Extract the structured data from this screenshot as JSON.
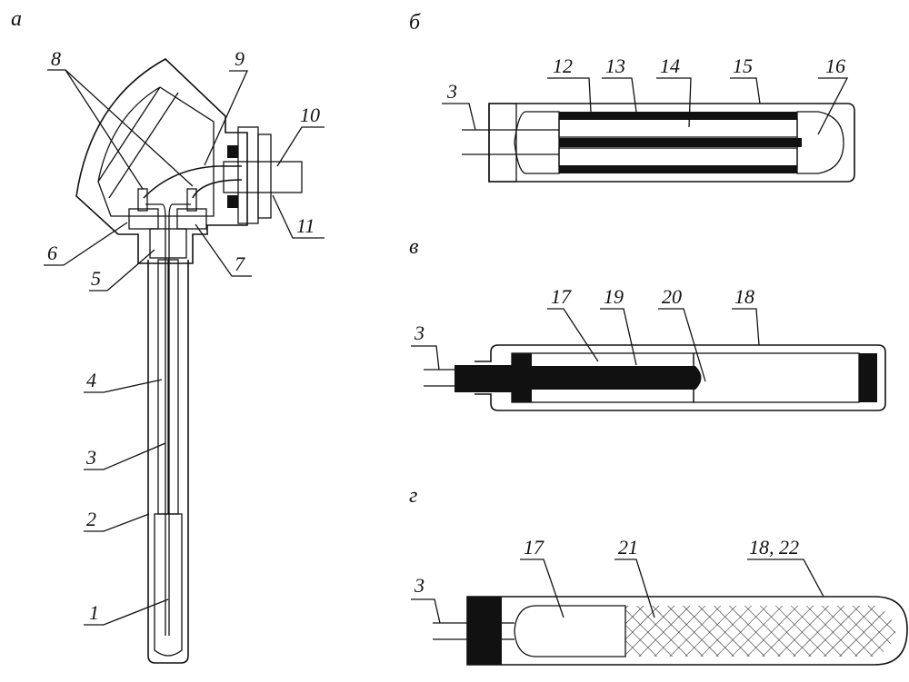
{
  "figure": {
    "panels": [
      {
        "id": "a",
        "letter": "а",
        "labels": [
          "1",
          "2",
          "3",
          "4",
          "5",
          "6",
          "7",
          "8",
          "9",
          "10",
          "11"
        ]
      },
      {
        "id": "b",
        "letter": "б",
        "labels": [
          "3",
          "12",
          "13",
          "14",
          "15",
          "16"
        ]
      },
      {
        "id": "v",
        "letter": "в",
        "labels": [
          "3",
          "17",
          "19",
          "20",
          "18"
        ]
      },
      {
        "id": "g",
        "letter": "г",
        "labels": [
          "3",
          "17",
          "21",
          "18, 22"
        ]
      }
    ],
    "colors": {
      "ink": "#111111",
      "background": "#ffffff"
    }
  }
}
